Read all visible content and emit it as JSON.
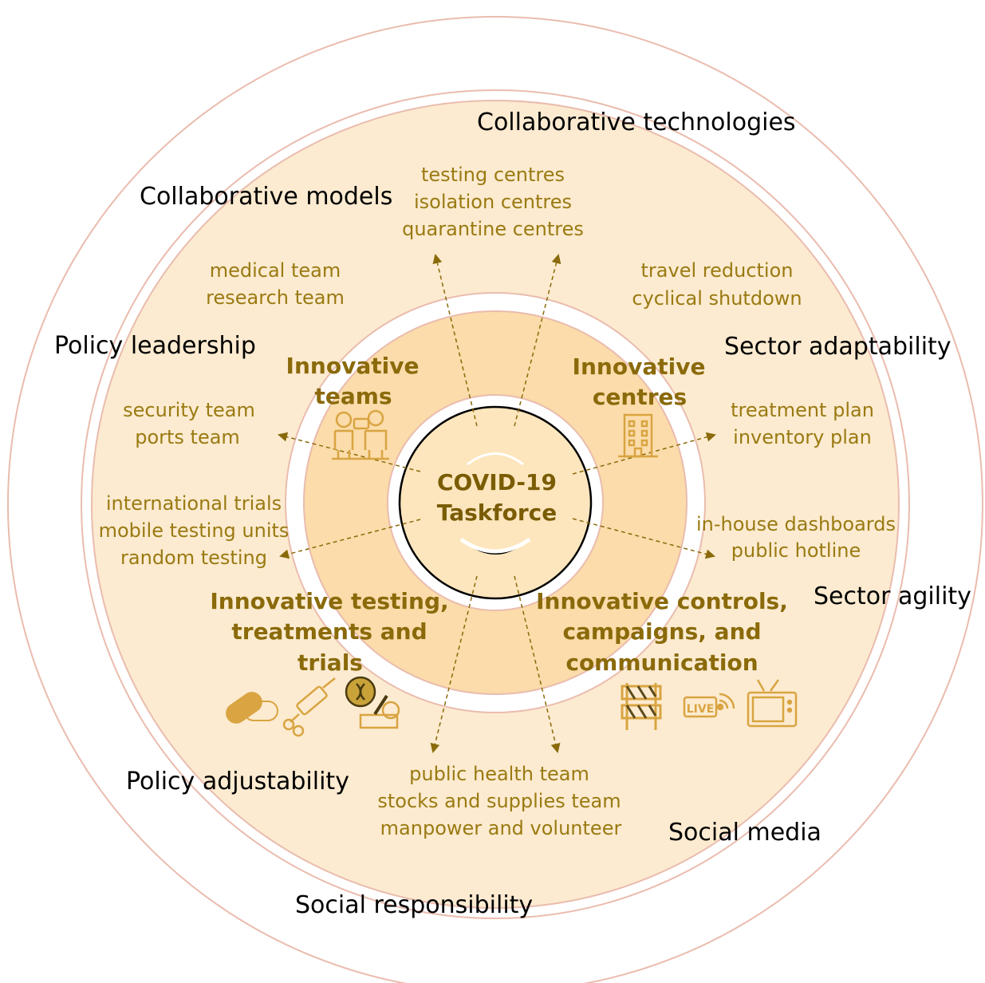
{
  "colors": {
    "ring_stroke": "#eabcae",
    "inner_fill": "#fcebd0",
    "middle_fill": "#fbdcaa",
    "core_fill": "#fde6bd",
    "gold_text": "#9a7a12",
    "arrow": "#8a6a0a",
    "icon": "#d9a441"
  },
  "core": {
    "line1": "COVID-19",
    "line2": "Taskforce"
  },
  "outer_labels": {
    "collaborative_technologies": "Collaborative technologies",
    "collaborative_models": "Collaborative models",
    "policy_leadership": "Policy leadership",
    "sector_adaptability": "Sector adaptability",
    "sector_agility": "Sector agility",
    "policy_adjustability": "Policy adjustability",
    "social_media": "Social media",
    "social_responsibility": "Social responsibility"
  },
  "categories": {
    "teams": {
      "line1": "Innovative",
      "line2": "teams"
    },
    "centres": {
      "line1": "Innovative",
      "line2": "centres"
    },
    "testing": {
      "line1": "Innovative testing,",
      "line2": "treatments and",
      "line3": "trials"
    },
    "controls": {
      "line1": "Innovative controls,",
      "line2": "campaigns, and",
      "line3": "communication"
    }
  },
  "items": {
    "centres_top": [
      "testing centres",
      "isolation centres",
      "quarantine centres"
    ],
    "teams_top": [
      "medical team",
      "research team"
    ],
    "travel": [
      "travel reduction",
      "cyclical shutdown"
    ],
    "security": [
      "security team",
      "ports team"
    ],
    "treatment": [
      "treatment plan",
      "inventory plan"
    ],
    "trials": [
      "international trials",
      "mobile testing units",
      "random testing"
    ],
    "dashboards": [
      "in-house dashboards",
      "public hotline"
    ],
    "bottom_teams": [
      "public health team",
      "stocks and supplies team",
      "manpower and volunteer"
    ]
  },
  "icons": {
    "teams": "doctors-team-icon",
    "centres": "building-icon",
    "testing": [
      "pills-icon",
      "syringe-icon",
      "microscope-icon"
    ],
    "controls": [
      "barrier-icon",
      "live-broadcast-icon",
      "television-icon"
    ]
  }
}
